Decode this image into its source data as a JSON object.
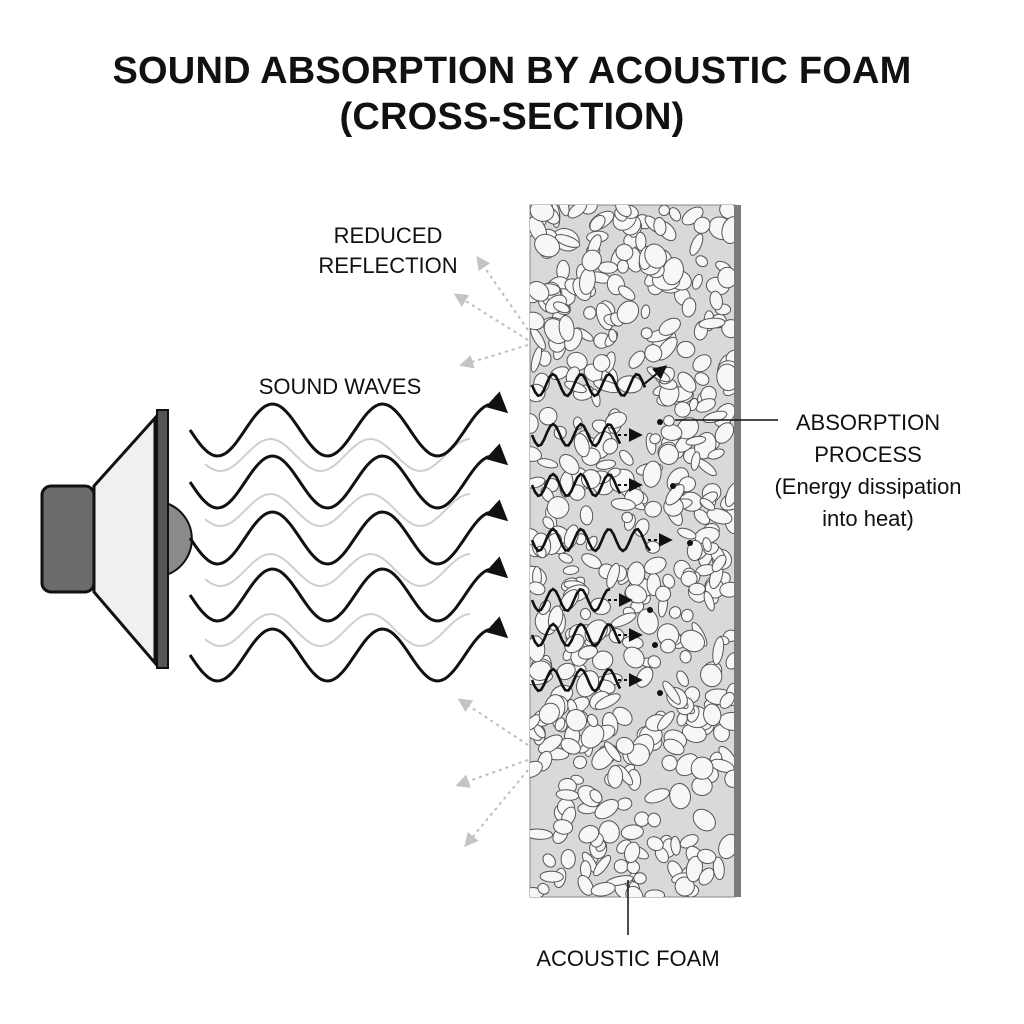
{
  "title": {
    "line1": "SOUND ABSORPTION BY ACOUSTIC FOAM",
    "line2": "(CROSS-SECTION)"
  },
  "labels": {
    "reduced_reflection_1": "REDUCED",
    "reduced_reflection_2": "REFLECTION",
    "sound_waves": "SOUND WAVES",
    "absorption_1": "ABSORPTION",
    "absorption_2": "PROCESS",
    "absorption_3": "(Energy dissipation",
    "absorption_4": "into heat)",
    "acoustic_foam": "ACOUSTIC FOAM"
  },
  "colors": {
    "ink": "#111111",
    "foam_fill": "#d9d9d9",
    "foam_cell": "#f7f7f7",
    "speaker_dark": "#6b6b6b",
    "reflection": "#bdbdbd",
    "ghost_wave": "#cfcfcf"
  },
  "icons": {
    "speaker": "speaker-icon"
  }
}
